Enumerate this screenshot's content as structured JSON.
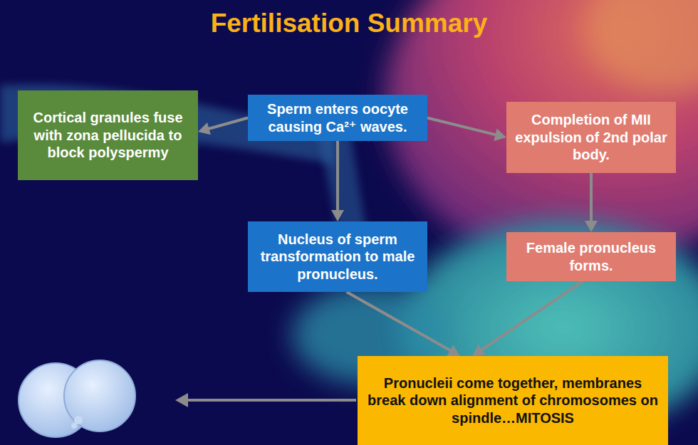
{
  "diagram": {
    "title": "Fertilisation Summary",
    "nodes": [
      {
        "text": [
          "Cortical granules fuse with zona pellucida to block polyspermy"
        ]
      },
      {
        "text": [
          "Sperm enters oocyte causing Ca²⁺ waves."
        ]
      },
      {
        "text": [
          "Completion of MII expulsion of 2nd polar body."
        ]
      },
      {
        "text": [
          "Nucleus of sperm transformation to male pronucleus."
        ]
      },
      {
        "text": [
          "Female pronucleus forms."
        ]
      },
      {
        "text": [
          "Pronucleii come together, membranes break down alignment of chromosomes on spindle…MITOSIS"
        ]
      }
    ],
    "edges": [
      {
        "from": 1,
        "to": 0,
        "arrow": "to"
      },
      {
        "from": 1,
        "to": 2,
        "arrow": "to"
      },
      {
        "from": 1,
        "to": 3,
        "arrow": "to"
      },
      {
        "from": 2,
        "to": 4,
        "arrow": "to"
      },
      {
        "from": 3,
        "to": 5,
        "arrow": "to"
      },
      {
        "from": 4,
        "to": 5,
        "arrow": "to"
      }
    ]
  }
}
